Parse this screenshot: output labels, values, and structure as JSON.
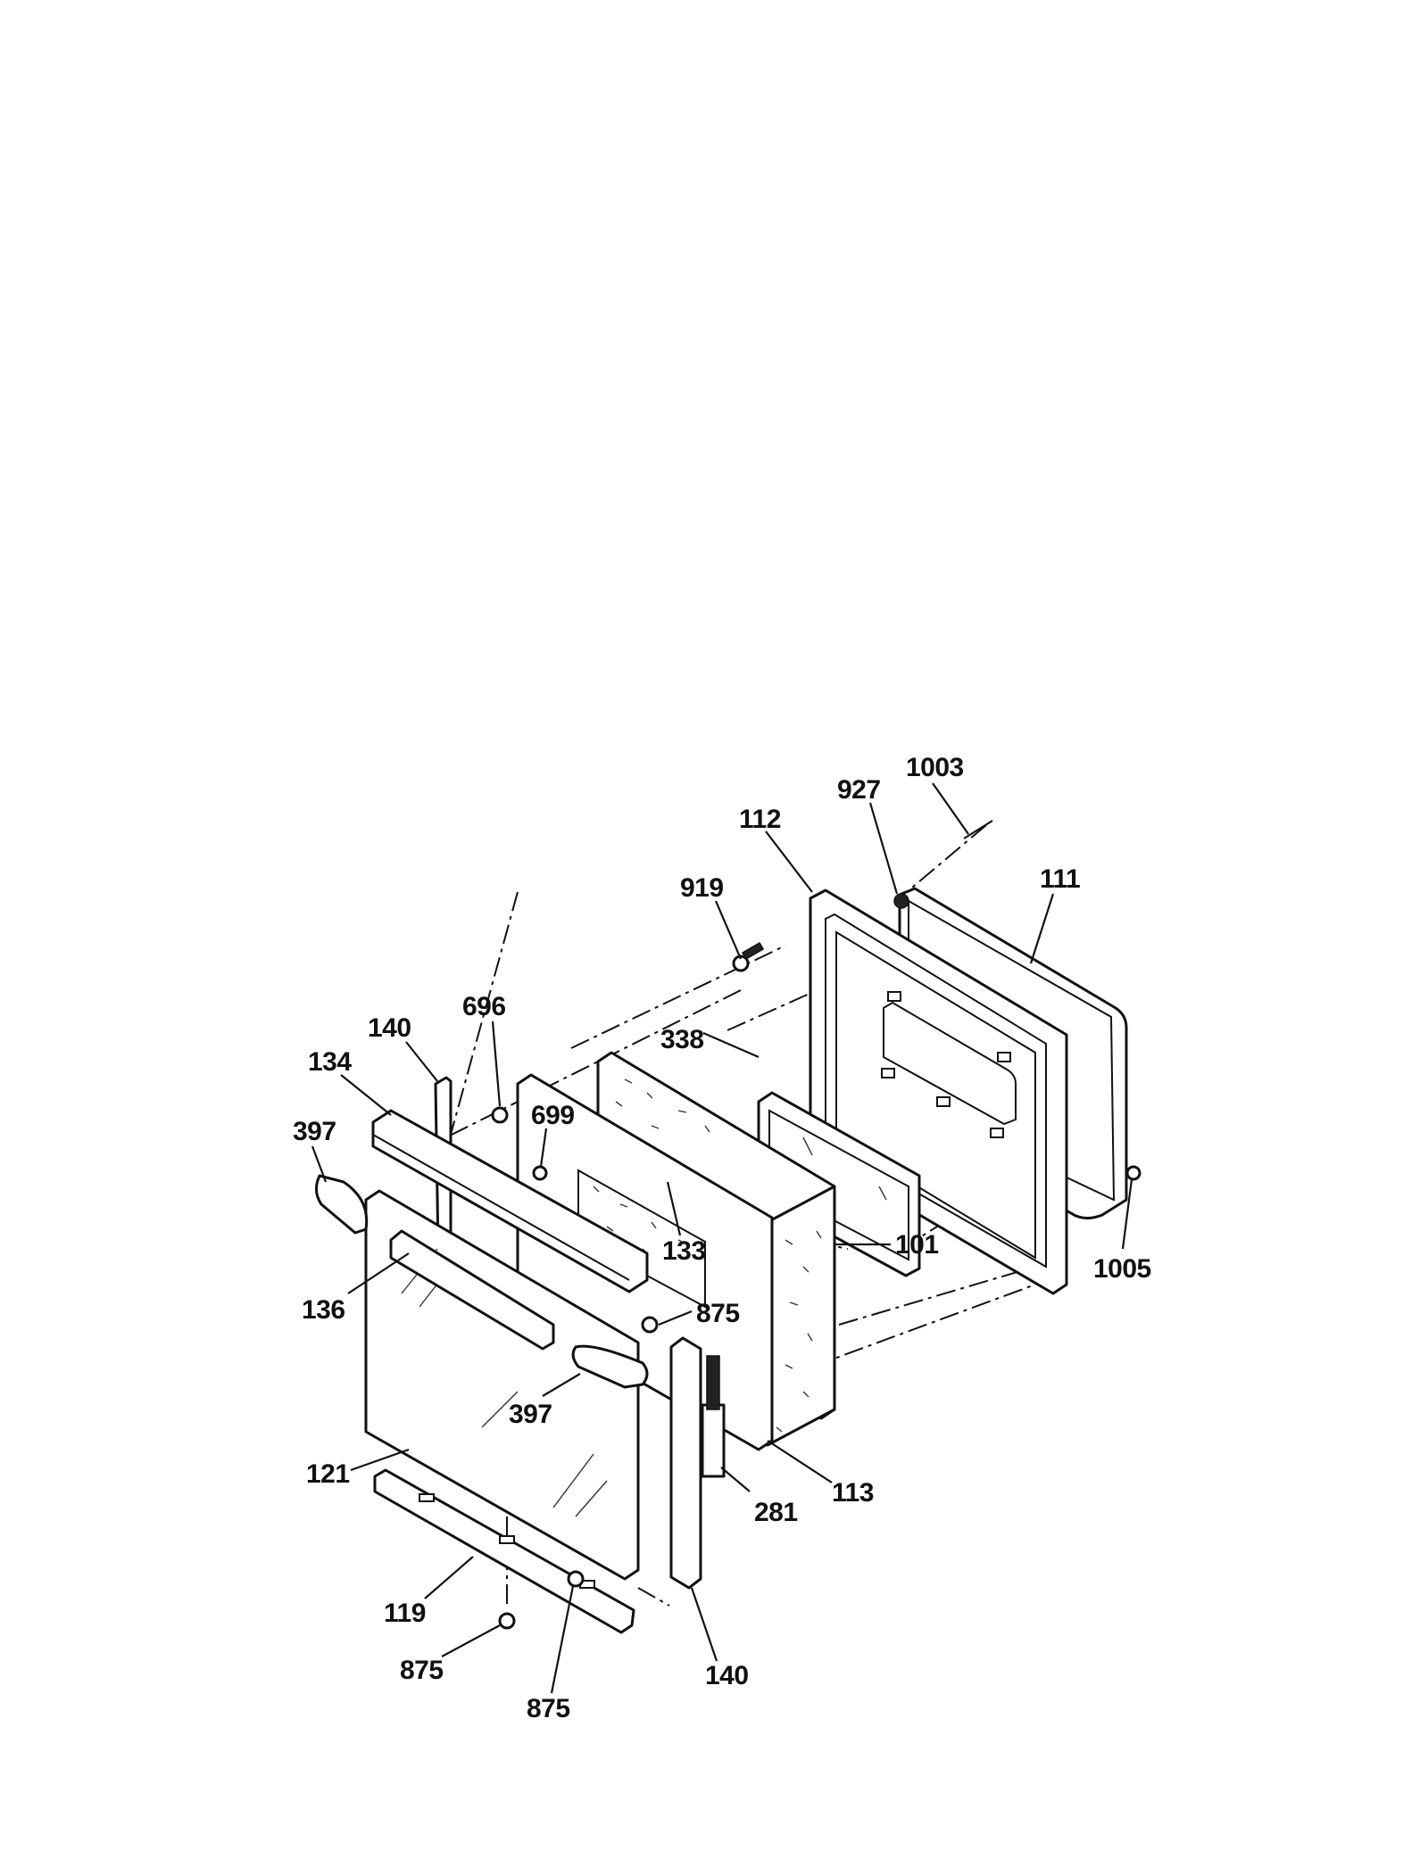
{
  "callouts": [
    {
      "id": "c1003",
      "text": "1003"
    },
    {
      "id": "c927",
      "text": "927"
    },
    {
      "id": "c112",
      "text": "112"
    },
    {
      "id": "c111",
      "text": "111"
    },
    {
      "id": "c919",
      "text": "919"
    },
    {
      "id": "c696",
      "text": "696"
    },
    {
      "id": "c140a",
      "text": "140"
    },
    {
      "id": "c338",
      "text": "338"
    },
    {
      "id": "c134",
      "text": "134"
    },
    {
      "id": "c699",
      "text": "699"
    },
    {
      "id": "c397a",
      "text": "397"
    },
    {
      "id": "c133",
      "text": "133"
    },
    {
      "id": "c101",
      "text": "101"
    },
    {
      "id": "c1005",
      "text": "1005"
    },
    {
      "id": "c136",
      "text": "136"
    },
    {
      "id": "c875a",
      "text": "875"
    },
    {
      "id": "c397b",
      "text": "397"
    },
    {
      "id": "c121",
      "text": "121"
    },
    {
      "id": "c281",
      "text": "281"
    },
    {
      "id": "c113",
      "text": "113"
    },
    {
      "id": "c119",
      "text": "119"
    },
    {
      "id": "c875b",
      "text": "875"
    },
    {
      "id": "c875c",
      "text": "875"
    },
    {
      "id": "c140b",
      "text": "140"
    }
  ]
}
